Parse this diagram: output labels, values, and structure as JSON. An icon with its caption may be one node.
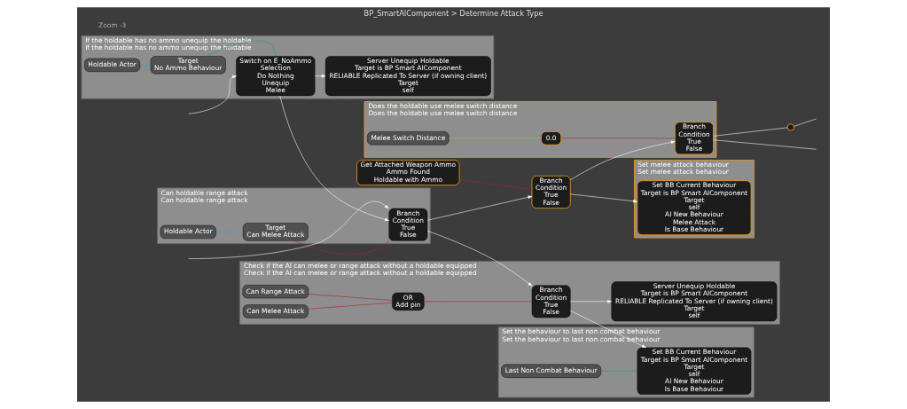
{
  "diagram": {
    "title": "BP_SmartAIComponent > Determine Attack Type",
    "nodes": [
      {
        "text": [
          "If the holdable has no ammo unequip the holdable",
          "If the holdable has no ammo unequip the holdable"
        ]
      },
      {
        "text": [
          "Holdable Actor"
        ],
        "in": 0
      },
      {
        "text": [
          "Target",
          "No Ammo Behaviour"
        ],
        "in": 0
      },
      {
        "text": [
          "Switch on E_NoAmmo",
          "Selection",
          "Do Nothing",
          "Unequip",
          "Melee"
        ],
        "in": 0
      },
      {
        "text": [
          "Server Unequip Holdable",
          "Target is BP Smart AIComponent",
          "RELIABLE Replicated To Server (if owning client)",
          "Target",
          "self"
        ],
        "in": 0
      },
      {
        "text": [
          "Can holdable range attack",
          "Can holdable range attack"
        ]
      },
      {
        "text": [
          "Holdable Actor"
        ],
        "in": 5
      },
      {
        "text": [
          "Target",
          "Can Melee Attack"
        ],
        "in": 5
      },
      {
        "text": [
          "Branch",
          "Condition",
          "True",
          "False"
        ],
        "in": 5
      },
      {
        "text": [
          "Branch",
          "Condition",
          "True",
          "False"
        ]
      },
      {
        "text": [
          "Get Attached Weapon Ammo",
          "Ammo Found",
          "Holdable with Ammo"
        ]
      },
      {
        "text": [
          "Does the holdable use melee switch distance",
          "Does the holdable use melee switch distance"
        ]
      },
      {
        "text": [
          "Melee Switch Distance"
        ],
        "in": 11
      },
      {
        "text": [
          "0.0"
        ],
        "in": 11
      },
      {
        "text": [
          "Branch",
          "Condition",
          "True",
          "False"
        ],
        "in": 11
      },
      {
        "text": [
          "Check if the AI can melee or range attack without a holdable equipped",
          "Check if the AI can melee or range attack without a holdable equipped"
        ]
      },
      {
        "text": [
          "Can Range Attack"
        ],
        "in": 15
      },
      {
        "text": [
          "Can Melee Attack"
        ],
        "in": 15
      },
      {
        "text": [
          "OR",
          "Add pin"
        ],
        "in": 15
      },
      {
        "text": [
          "Branch",
          "Condition",
          "True",
          "False"
        ],
        "in": 15
      },
      {
        "text": [
          "Server Unequip Holdable",
          "Target is BP Smart AIComponent",
          "RELIABLE Replicated To Server (if owning client)",
          "Target",
          "self"
        ],
        "in": 15
      },
      {
        "text": [
          "Set melee attack behaviour",
          "Set melee attack behaviour"
        ]
      },
      {
        "text": [
          "Set BB Current Behaviour",
          "Target is BP Smart AIComponent",
          "Target",
          "self",
          "AI New Behaviour",
          "Melee Attack",
          "Is Base Behaviour"
        ],
        "in": 21
      },
      {
        "text": [
          "Set the behaviour to last non combat behaviour",
          "Set the behaviour to last non combat behaviour"
        ]
      },
      {
        "text": [
          "Last Non Combat Behaviour"
        ],
        "in": 23
      },
      {
        "text": [
          "Set BB Current Behaviour",
          "Target is BP Smart AIComponent",
          "Target",
          "self",
          "AI New Behaviour",
          "Is Base Behaviour"
        ],
        "in": 23
      },
      {
        "text": [],
        "shape": "circle"
      }
    ],
    "edges": [
      {
        "from": null,
        "to": 3,
        "arrow": "to"
      },
      {
        "from": 1,
        "to": 2,
        "arrow": "none",
        "color": "#29a3e0"
      },
      {
        "from": 2,
        "to": 3,
        "arrow": "none",
        "color": "#1a9e8f"
      },
      {
        "from": 3,
        "to": 4,
        "arrow": "to"
      },
      {
        "from": 3,
        "to": 8,
        "arrow": "to"
      },
      {
        "from": null,
        "to": 8,
        "arrow": "to"
      },
      {
        "from": 6,
        "to": 7,
        "arrow": "none",
        "color": "#29a3e0"
      },
      {
        "from": 7,
        "to": 8,
        "arrow": "none",
        "color": "#b02020"
      },
      {
        "from": 8,
        "to": 9,
        "arrow": "to"
      },
      {
        "from": 8,
        "to": 19,
        "arrow": "to"
      },
      {
        "from": 10,
        "to": 9,
        "arrow": "none",
        "color": "#b02020"
      },
      {
        "from": 9,
        "to": 14,
        "arrow": "to"
      },
      {
        "from": 9,
        "to": 22,
        "arrow": "to"
      },
      {
        "from": 12,
        "to": 13,
        "arrow": "none",
        "color": "#7ed321"
      },
      {
        "from": 13,
        "to": 14,
        "arrow": "none",
        "color": "#b02020"
      },
      {
        "from": 14,
        "to": null,
        "arrow": "none"
      },
      {
        "from": 14,
        "to": 26,
        "arrow": "none"
      },
      {
        "from": 26,
        "to": null,
        "arrow": "none"
      },
      {
        "from": 16,
        "to": 18,
        "arrow": "none",
        "color": "#b02020"
      },
      {
        "from": 17,
        "to": 18,
        "arrow": "none",
        "color": "#b02020"
      },
      {
        "from": 18,
        "to": 19,
        "arrow": "none",
        "color": "#b02020"
      },
      {
        "from": 19,
        "to": 20,
        "arrow": "to"
      },
      {
        "from": 19,
        "to": 25,
        "arrow": "to"
      },
      {
        "from": 24,
        "to": 25,
        "arrow": "none",
        "color": "#1a9e8f"
      }
    ],
    "labels": [
      "Zoom -3"
    ]
  }
}
